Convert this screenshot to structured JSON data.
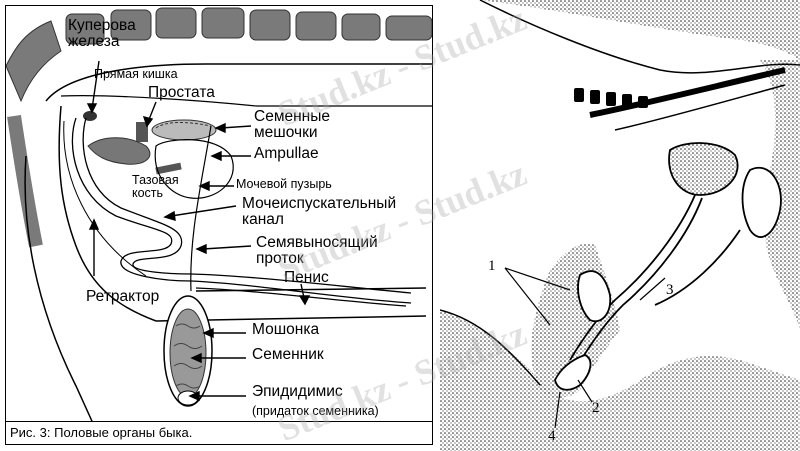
{
  "left_panel": {
    "labels": {
      "cowper": "Куперова\nжелеза",
      "rectum": "Прямая кишка",
      "prostate": "Простата",
      "vesicles": "Семенные\nмешочки",
      "ampullae": "Ampullae",
      "pelvic_bone": "Тазовая\nкость",
      "bladder": "Мочевой пузырь",
      "urethra": "Мочеиспускательный\nканал",
      "vas_deferens": "Семявыносящий\nпроток",
      "penis": "Пенис",
      "retractor": "Ретрактор",
      "scrotum": "Мошонка",
      "testis": "Семенник",
      "epididymis": "Эпидидимис",
      "epididymis_note": "(придаток семенника)"
    },
    "caption": "Рис. 3:  Половые органы быка."
  },
  "right_panel": {
    "numbers": [
      "1",
      "2",
      "3",
      "4"
    ]
  },
  "watermark": "Stud.kz - Stud.kz",
  "colors": {
    "ink": "#000000",
    "stipple": "#2a2a2a",
    "watermark": "#aaaaaa"
  }
}
